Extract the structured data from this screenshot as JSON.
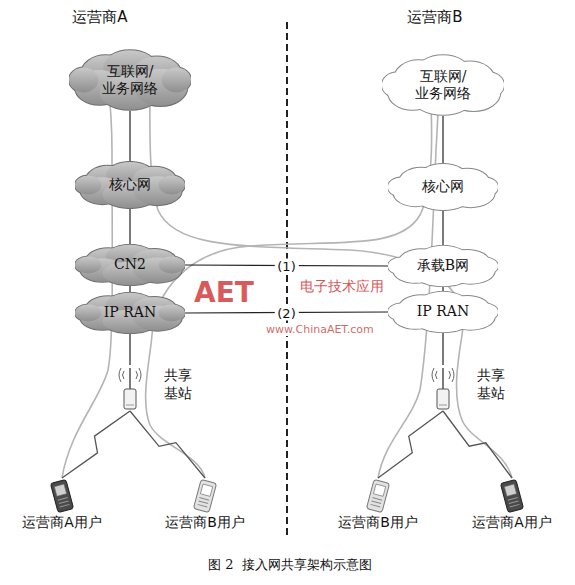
{
  "diagram": {
    "caption": "图 2  接入网共享架构示意图",
    "nodes": [
      {
        "text": [
          "互联网/ 业务网络"
        ]
      },
      {
        "text": [
          "核心网"
        ]
      },
      {
        "text": [
          "CN2"
        ]
      },
      {
        "text": [
          "IP RAN"
        ]
      },
      {
        "text": [
          "共享 基站"
        ]
      },
      {
        "text": [
          "运营商A用户"
        ]
      },
      {
        "text": [
          "运营商B用户"
        ]
      },
      {
        "text": [
          "互联网/ 业务网络"
        ]
      },
      {
        "text": [
          "核心网"
        ]
      },
      {
        "text": [
          "承载B网"
        ]
      },
      {
        "text": [
          "IP RAN"
        ]
      },
      {
        "text": [
          "共享 基站"
        ]
      },
      {
        "text": [
          "运营商B用户"
        ]
      },
      {
        "text": [
          "运营商A用户"
        ]
      }
    ],
    "edges": [
      {
        "from": 0,
        "to": 1,
        "arrow": "none"
      },
      {
        "from": 1,
        "to": 2,
        "arrow": "none"
      },
      {
        "from": 2,
        "to": 3,
        "arrow": "none"
      },
      {
        "from": 3,
        "to": 4,
        "arrow": "none"
      },
      {
        "from": 4,
        "to": 5,
        "arrow": "none"
      },
      {
        "from": 4,
        "to": 6,
        "arrow": "none"
      },
      {
        "from": 7,
        "to": 8,
        "arrow": "none"
      },
      {
        "from": 8,
        "to": 9,
        "arrow": "none"
      },
      {
        "from": 9,
        "to": 10,
        "arrow": "none"
      },
      {
        "from": 10,
        "to": 11,
        "arrow": "none"
      },
      {
        "from": 11,
        "to": 12,
        "arrow": "none"
      },
      {
        "from": 11,
        "to": 13,
        "arrow": "none"
      },
      {
        "from": 2,
        "to": 9,
        "label": "(1)",
        "arrow": "none"
      },
      {
        "from": 3,
        "to": 10,
        "label": "(2)",
        "arrow": "none"
      }
    ],
    "labels": [
      "运营商A",
      "运营商B",
      "AET",
      "电子技术应用",
      "www.ChinaAET.com"
    ]
  }
}
